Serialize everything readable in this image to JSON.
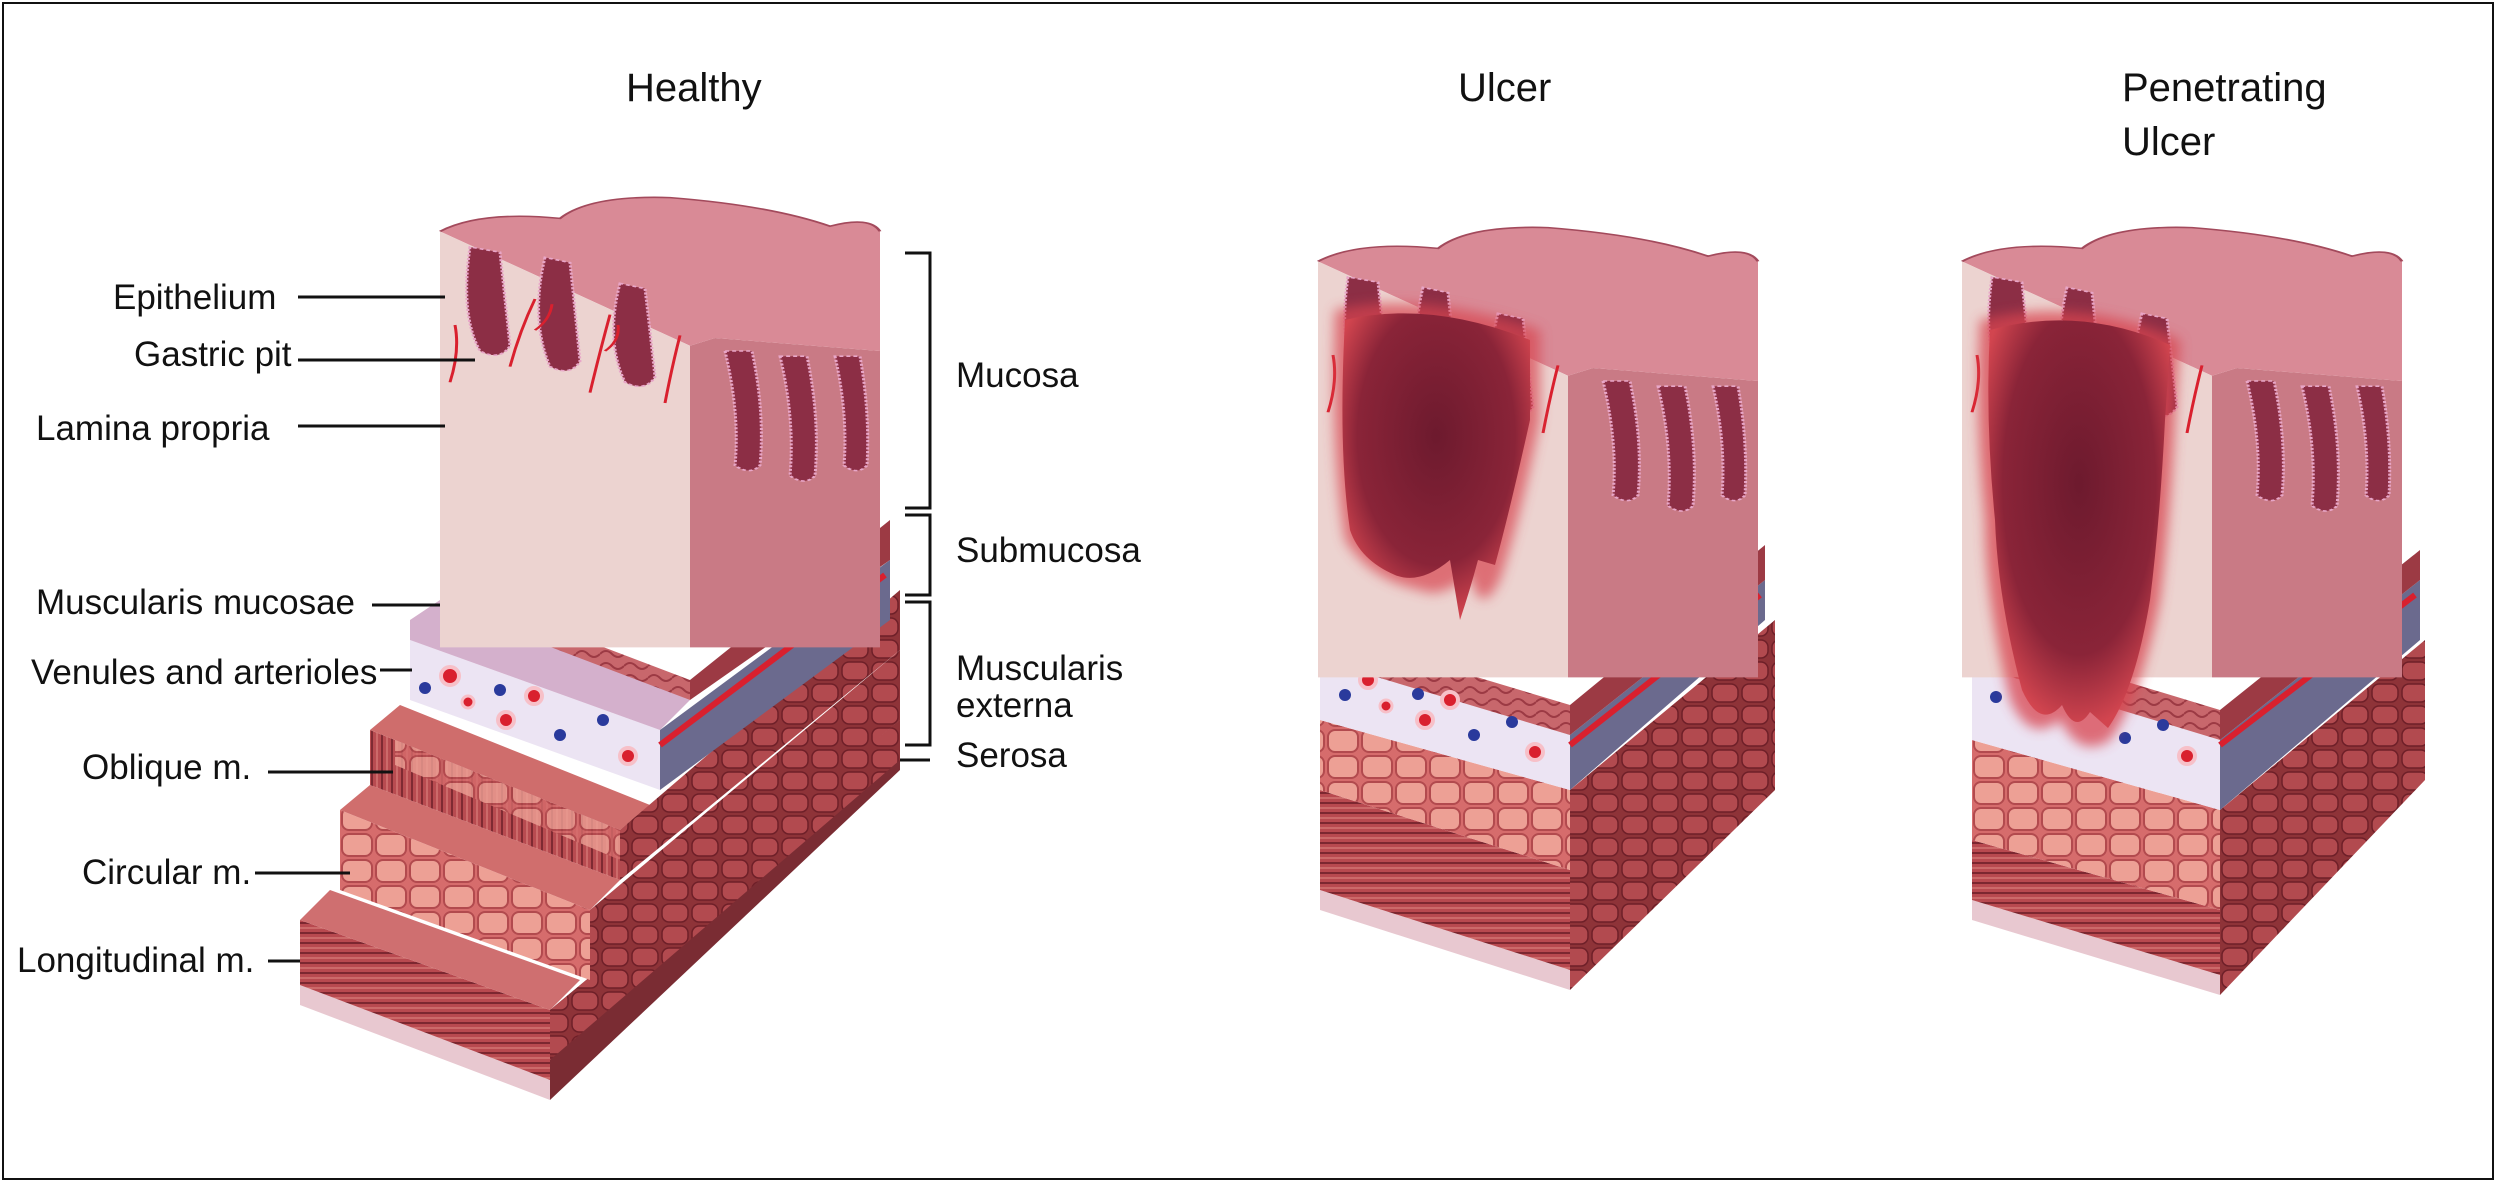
{
  "titles": {
    "healthy": "Healthy",
    "ulcer": "Ulcer",
    "penetrating_line1": "Penetrating",
    "penetrating_line2": "Ulcer"
  },
  "left_labels": {
    "epithelium": "Epithelium",
    "gastric_pit": "Gastric pit",
    "lamina_propria": "Lamina propria",
    "muscularis_mucosae": "Muscularis mucosae",
    "venules": "Venules and arterioles",
    "oblique": "Oblique m.",
    "circular": "Circular m.",
    "longitudinal": "Longitudinal m."
  },
  "right_labels": {
    "mucosa": "Mucosa",
    "submucosa": "Submucosa",
    "muscularis_line1": "Muscularis",
    "muscularis_line2": "externa",
    "serosa": "Serosa"
  },
  "colors": {
    "mucosa_front": "#ecd3d0",
    "mucosa_side": "#c97a85",
    "tissue_top": "#d98a96",
    "pit": "#8c2e45",
    "vessel": "#d9202e",
    "submucosa": "#ece4f3",
    "muscle_dark": "#9e3a3f",
    "muscle_mid": "#c25a5c",
    "muscle_light": "#e39a91",
    "serosa": "#e8c8d0",
    "vein": "#2a3a9c",
    "ulcer": "#7a1f35"
  }
}
